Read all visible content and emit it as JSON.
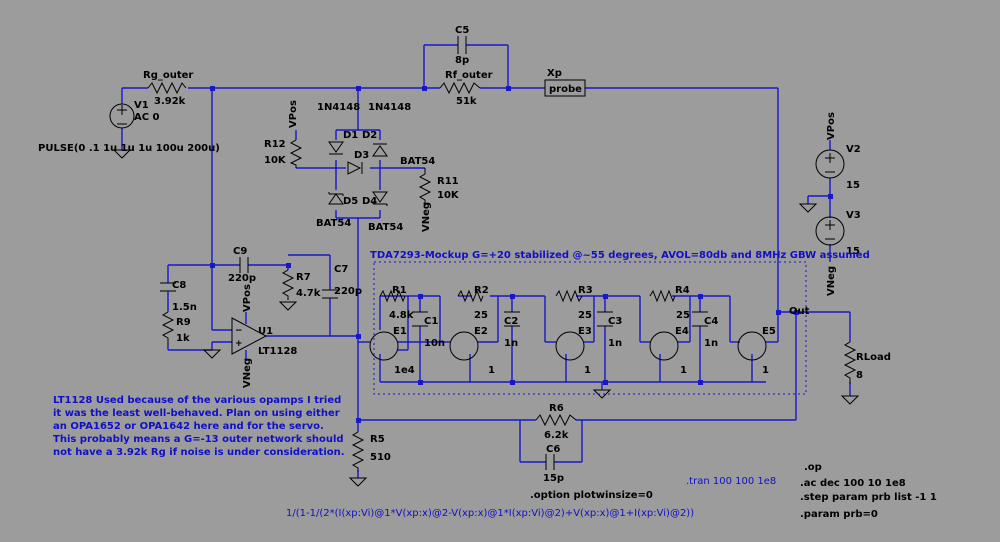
{
  "components": {
    "c5": {
      "name": "C5",
      "value": "8p"
    },
    "rf_outer": {
      "name": "Rf_outer",
      "value": "51k"
    },
    "xp": {
      "name": "Xp",
      "value": "probe"
    },
    "rg_outer": {
      "name": "Rg_outer",
      "value": "3.92k"
    },
    "v1": {
      "name": "V1",
      "value": "AC 0",
      "source": "PULSE(0 .1 1u 1u 1u 100u 200u)"
    },
    "d1": {
      "name": "D1",
      "model": "1N4148"
    },
    "d2": {
      "name": "D2",
      "model": "1N4148"
    },
    "d3": {
      "name": "D3"
    },
    "d4": {
      "name": "D4",
      "model": "BAT54"
    },
    "d5": {
      "name": "D5",
      "model": "BAT54"
    },
    "r12": {
      "name": "R12",
      "value": "10K"
    },
    "r11": {
      "name": "R11",
      "value": "10K"
    },
    "bat54_right": "BAT54",
    "c9": {
      "name": "C9",
      "value": "220p"
    },
    "r7": {
      "name": "R7",
      "value": "4.7k"
    },
    "c7": {
      "name": "C7",
      "value": "220p"
    },
    "c8": {
      "name": "C8",
      "value": "1.5n"
    },
    "r9": {
      "name": "R9",
      "value": "1k"
    },
    "u1": {
      "name": "U1",
      "model": "LT1128"
    },
    "r1": {
      "name": "R1",
      "value": "4.8k"
    },
    "r2": {
      "name": "R2",
      "value": "25"
    },
    "r3": {
      "name": "R3",
      "value": "25"
    },
    "r4": {
      "name": "R4",
      "value": "25"
    },
    "c1": {
      "name": "C1",
      "value": "10n"
    },
    "c2": {
      "name": "C2",
      "value": "1n"
    },
    "c3": {
      "name": "C3",
      "value": "1n"
    },
    "c4": {
      "name": "C4",
      "value": "1n"
    },
    "e1": {
      "name": "E1",
      "value": "1e4"
    },
    "e2": {
      "name": "E2",
      "value": "1"
    },
    "e3": {
      "name": "E3",
      "value": "1"
    },
    "e4": {
      "name": "E4",
      "value": "1"
    },
    "e5": {
      "name": "E5",
      "value": "1"
    },
    "v2": {
      "name": "V2",
      "value": "15"
    },
    "v3": {
      "name": "V3",
      "value": "15"
    },
    "rload": {
      "name": "RLoad",
      "value": "8"
    },
    "r6": {
      "name": "R6",
      "value": "6.2k"
    },
    "c6": {
      "name": "C6",
      "value": "15p"
    },
    "r5": {
      "name": "R5",
      "value": "510"
    }
  },
  "nets": {
    "vpos": "VPos",
    "vneg": "VNeg",
    "out": "Out"
  },
  "texts": {
    "tda_title": "TDA7293-Mockup G=+20 stabilized @~55 degrees, AVOL=80db and 8MHz GBW assumed",
    "note_lines": [
      "LT1128 Used because of the various opamps I tried",
      "it was the least well-behaved. Plan on using either",
      "an OPA1652 or OPA1642 here and for the servo.",
      "This probably means a G=-13 outer network should",
      "not have a 3.92k Rg if noise is under consideration."
    ],
    "option": ".option plotwinsize=0",
    "tran": ".tran 100 100 1e8",
    "op": ".op",
    "ac": ".ac dec 100 10 1e8",
    "step": ".step param prb list -1 1",
    "param": ".param prb=0",
    "formula": "1/(1-1/(2*(I(xp:Vi)@1*V(xp:x)@2-V(xp:x)@1*I(xp:Vi)@2)+V(xp:x)@1+I(xp:Vi)@2))"
  },
  "colors": {
    "background": "#9c9c9c",
    "wire": "#1818c8",
    "component": "#000000",
    "comment_text": "#1010c8"
  }
}
